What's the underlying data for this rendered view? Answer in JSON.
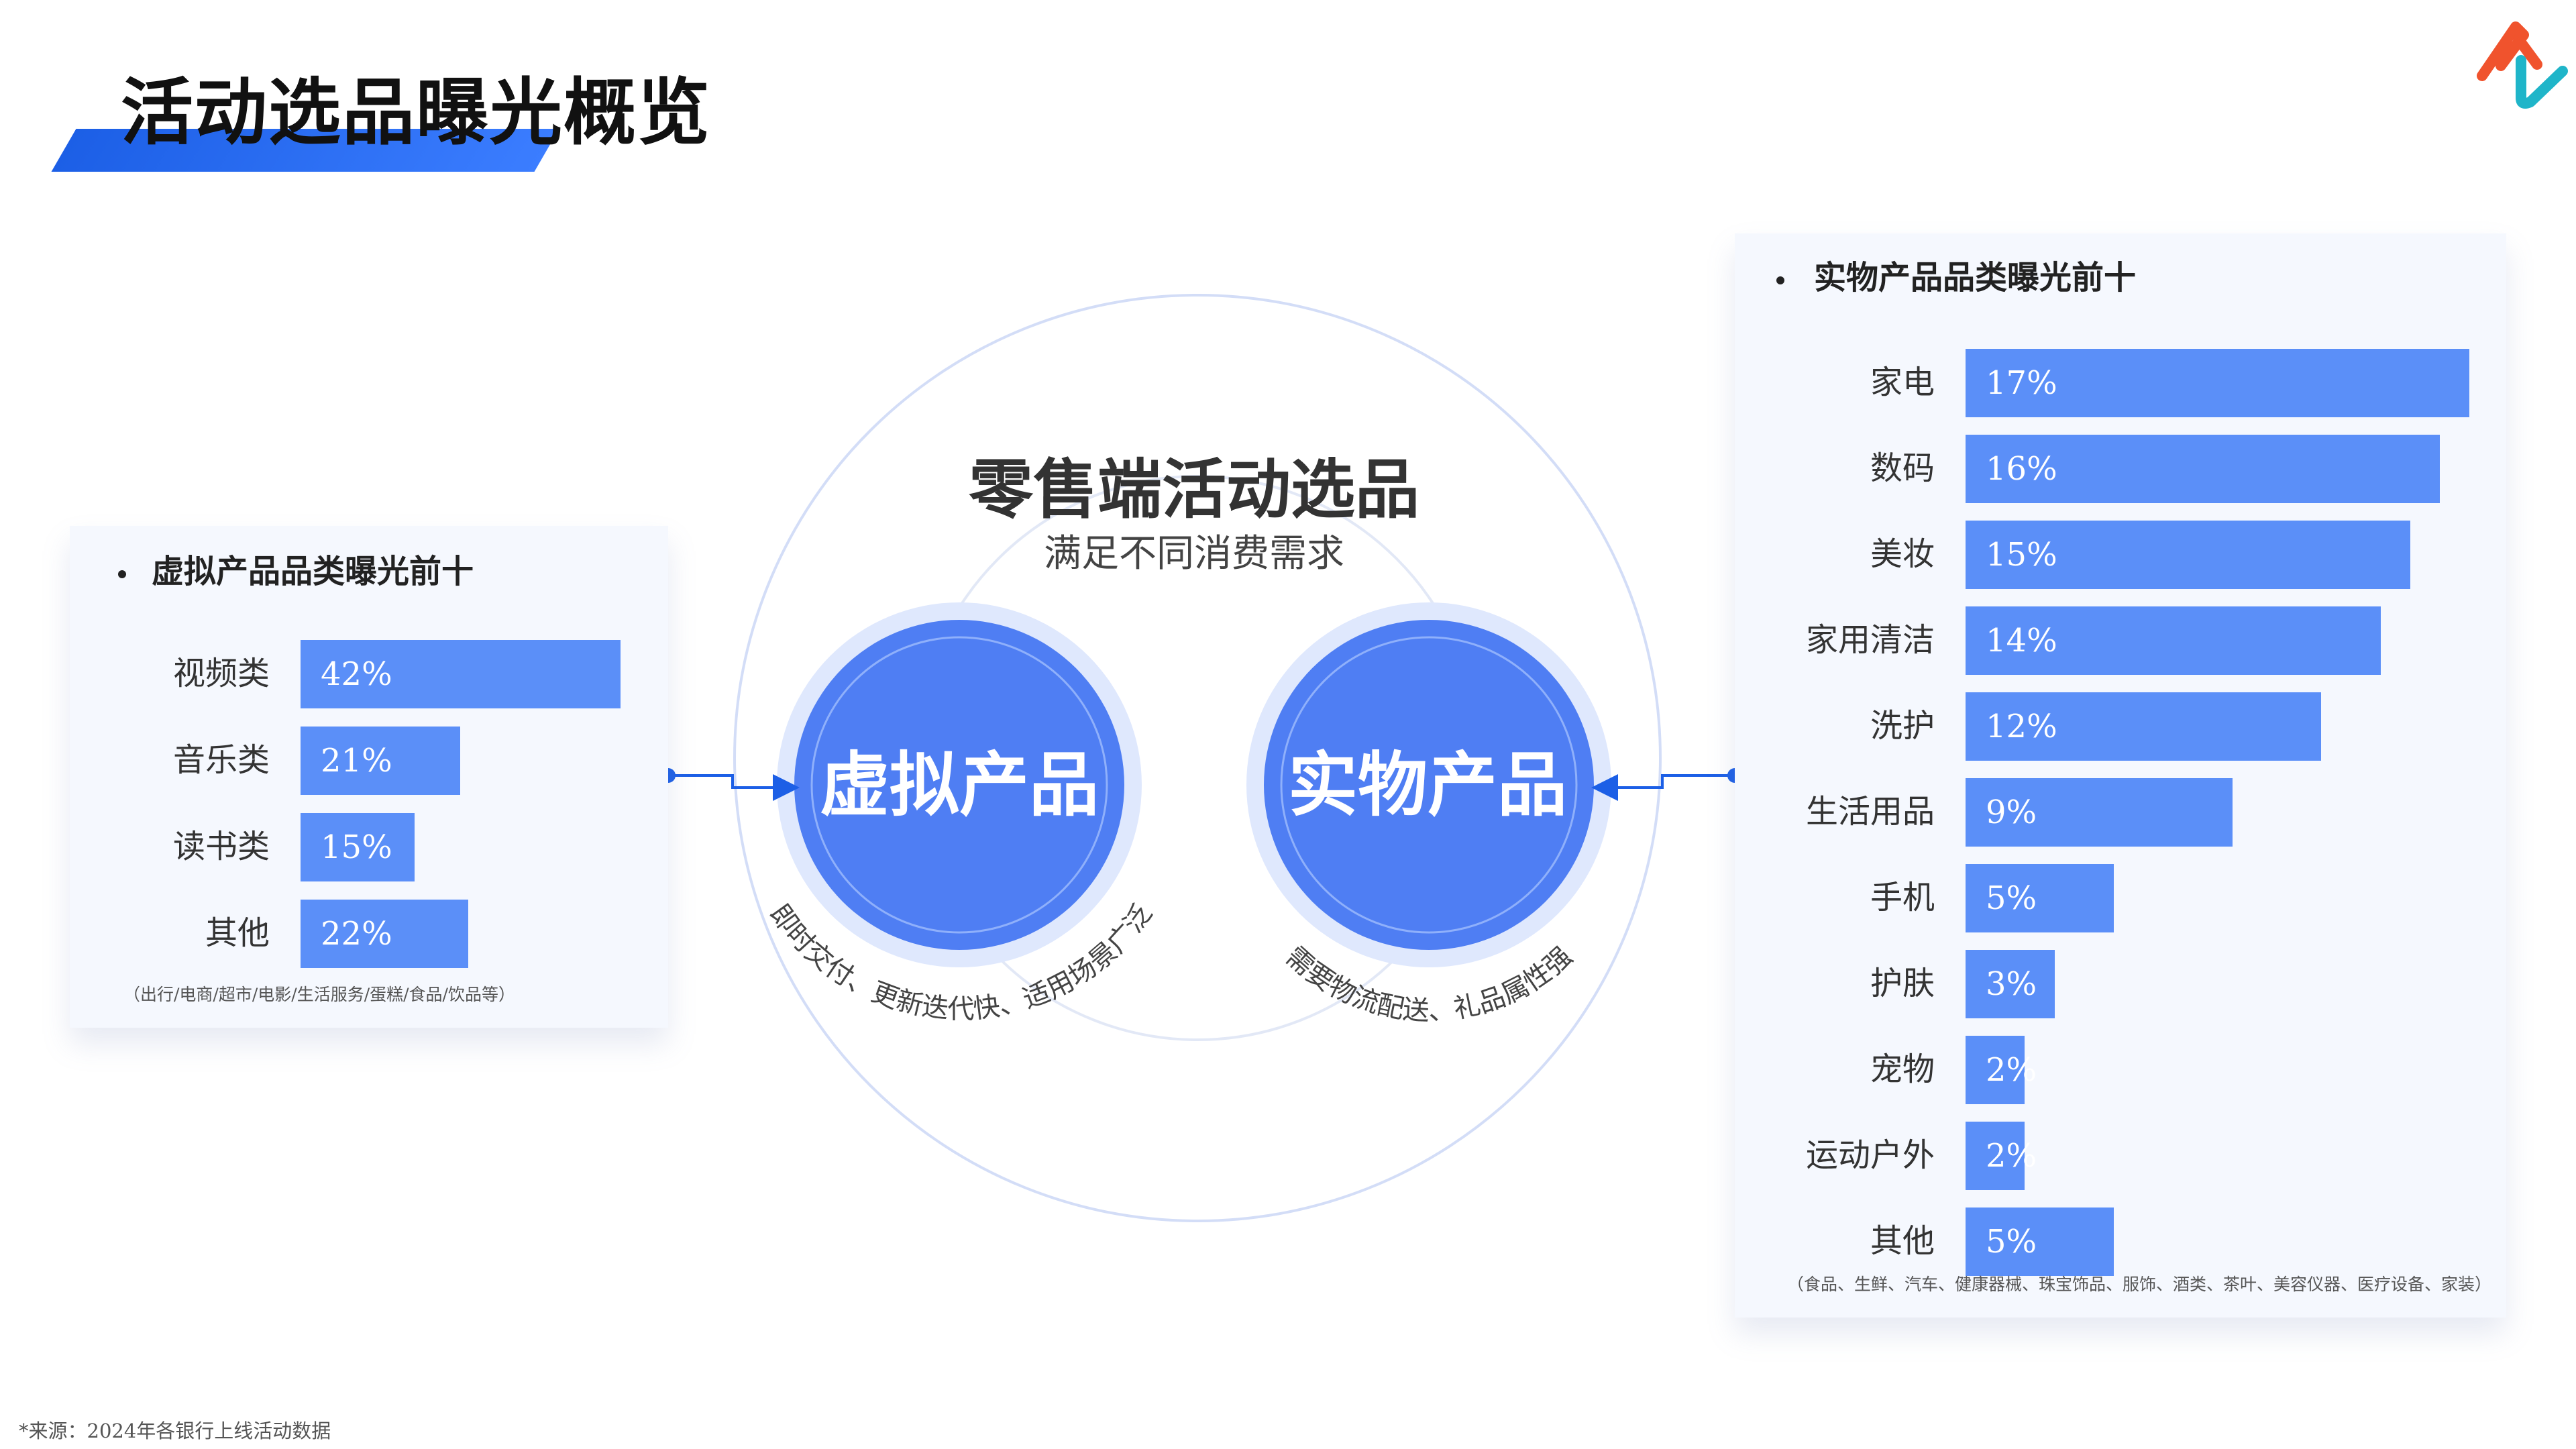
{
  "page_title": "活动选品曝光概览",
  "center": {
    "title": "零售端活动选品",
    "subtitle": "满足不同消费需求",
    "virtual_label": "虚拟产品",
    "physical_label": "实物产品",
    "virtual_arc_text": "即时交付、更新迭代快、适用场景广泛",
    "physical_arc_text": "需要物流配送、礼品属性强"
  },
  "colors": {
    "bar": "#5b8ff8",
    "circle": "#4f7ef3",
    "accent": "#1c5fe6",
    "panel_bg": "#f5f8fe"
  },
  "source": "*来源：2024年各银行上线活动数据",
  "chart_data": [
    {
      "type": "bar",
      "orientation": "horizontal",
      "title": "虚拟产品品类曝光前十",
      "categories": [
        "视频类",
        "音乐类",
        "读书类",
        "其他"
      ],
      "values": [
        42,
        21,
        15,
        22
      ],
      "value_labels": [
        "42%",
        "21%",
        "15%",
        "22%"
      ],
      "note": "（出行/电商/超市/电影/生活服务/蛋糕/食品/饮品等）"
    },
    {
      "type": "bar",
      "orientation": "horizontal",
      "title": "实物产品品类曝光前十",
      "categories": [
        "家电",
        "数码",
        "美妆",
        "家用清洁",
        "洗护",
        "生活用品",
        "手机",
        "护肤",
        "宠物",
        "运动户外",
        "其他"
      ],
      "values": [
        17,
        16,
        15,
        14,
        12,
        9,
        5,
        3,
        2,
        2,
        5
      ],
      "value_labels": [
        "17%",
        "16%",
        "15%",
        "14%",
        "12%",
        "9%",
        "5%",
        "3%",
        "2%",
        "2%",
        "5%"
      ],
      "note": "（食品、生鲜、汽车、健康器械、珠宝饰品、服饰、酒类、茶叶、美容仪器、医疗设备、家装）"
    }
  ]
}
